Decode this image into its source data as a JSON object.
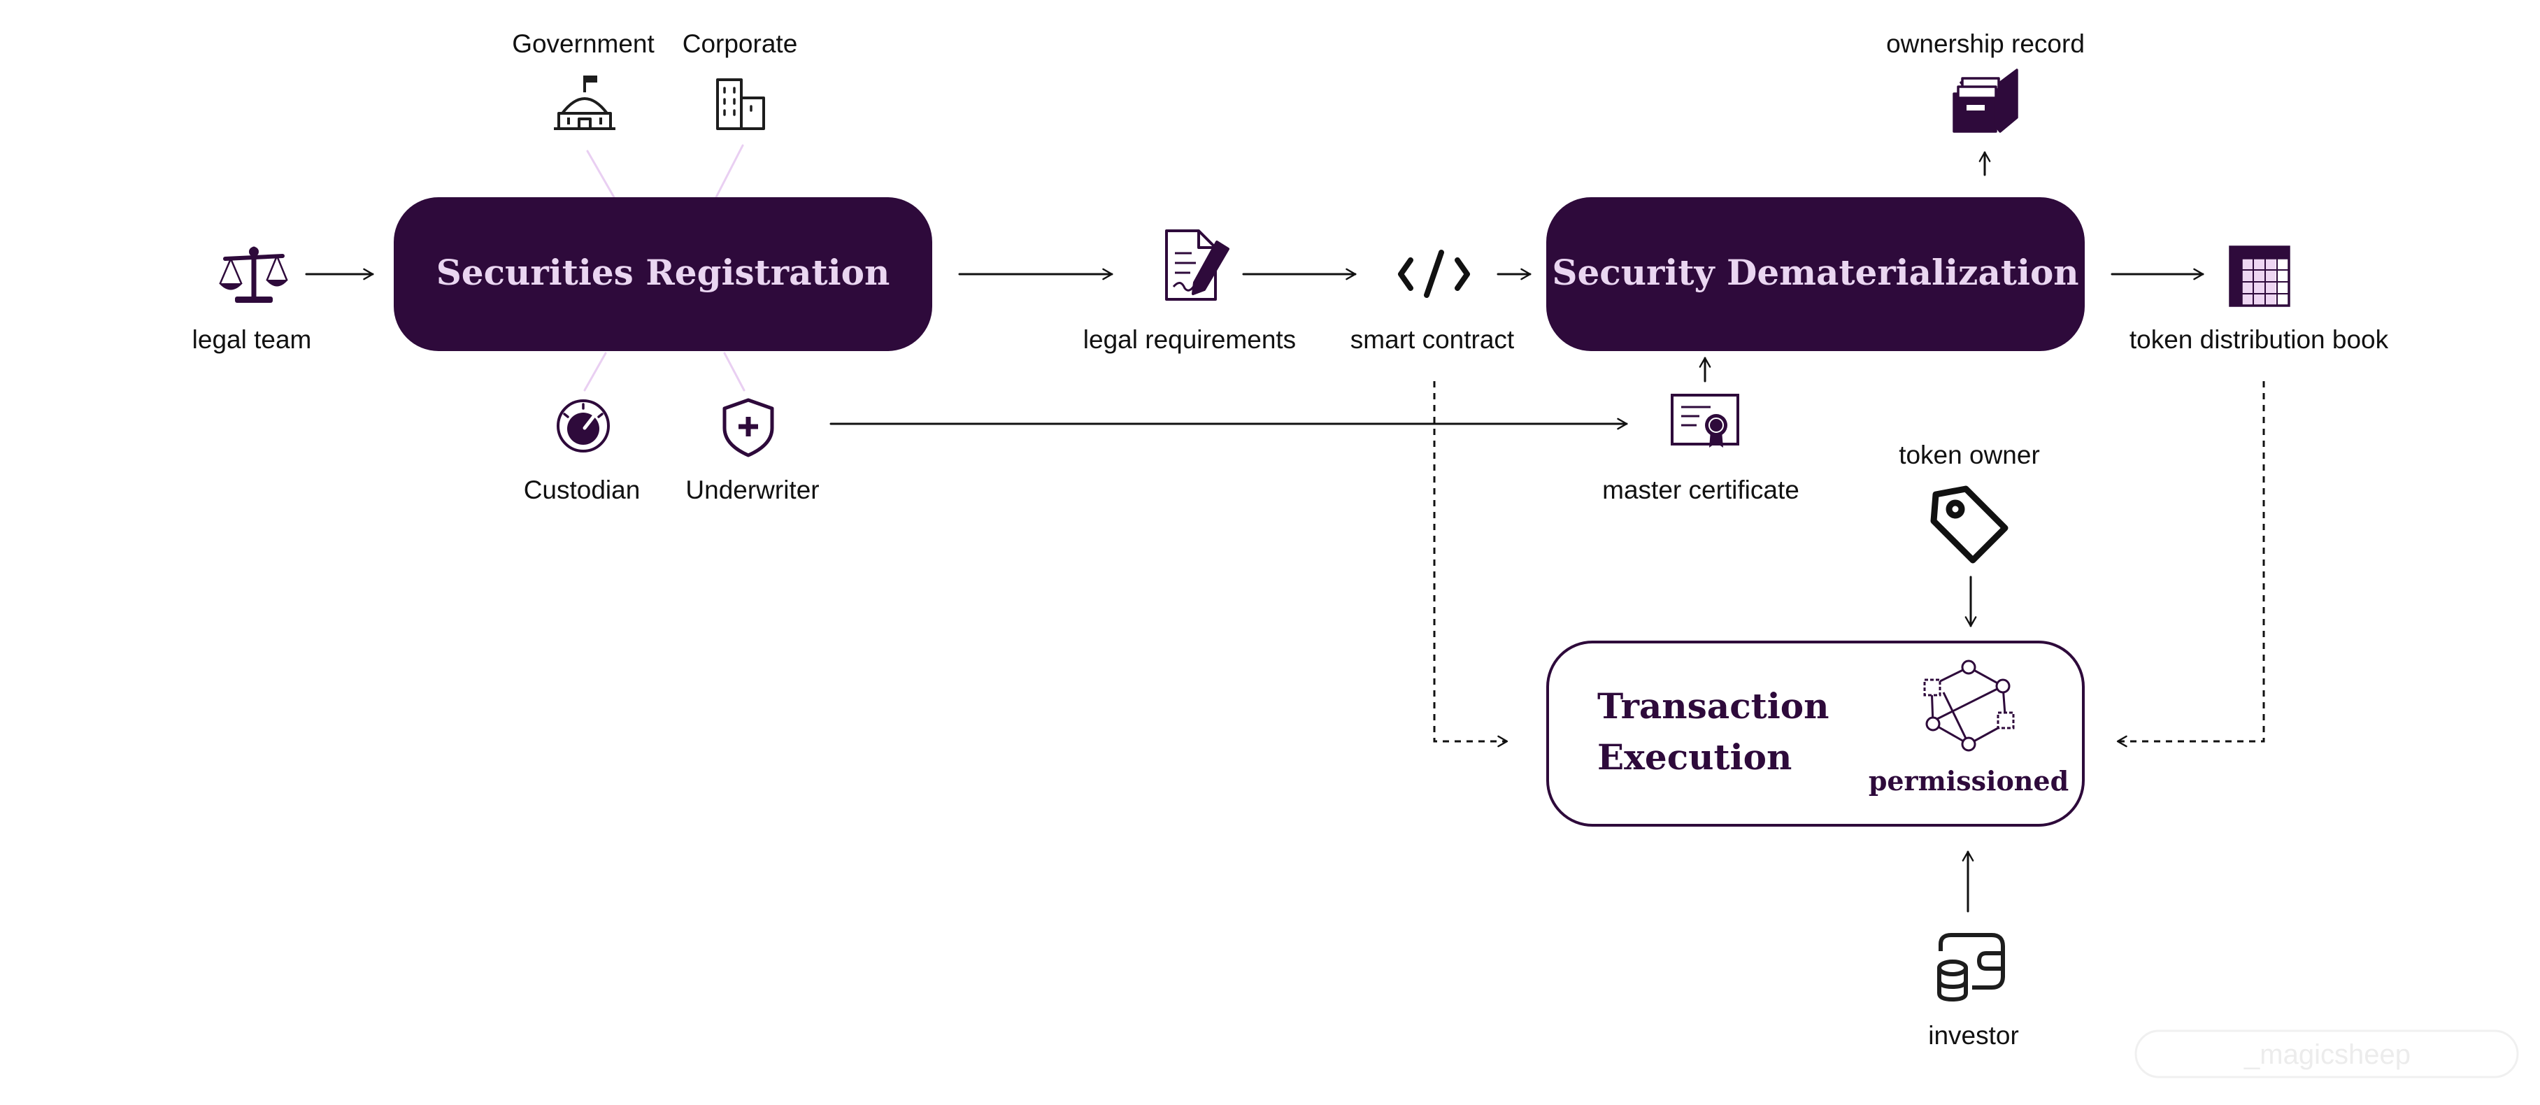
{
  "colors": {
    "dark_purple": "#2e0a3b",
    "light_purple_text": "#ead6f1",
    "connector_purple": "#e6c7f0",
    "icon_dark": "#1d1d1d",
    "arrow": "#111111"
  },
  "nodes": {
    "securities_registration": "Securities Registration",
    "security_dematerialization": "Security Dematerialization",
    "transaction_execution_line1": "Transaction",
    "transaction_execution_line2": "Execution",
    "permissioned": "permissioned"
  },
  "labels": {
    "legal_team": "legal team",
    "government": "Government",
    "corporate": "Corporate",
    "custodian": "Custodian",
    "underwriter": "Underwriter",
    "legal_requirements": "legal requirements",
    "smart_contract": "smart contract",
    "ownership_record": "ownership record",
    "token_distribution_book": "token distribution book",
    "master_certificate": "master certificate",
    "token_owner": "token owner",
    "investor": "investor"
  },
  "icons": {
    "legal_team": "scales-icon",
    "government": "government-building-icon",
    "corporate": "office-building-icon",
    "custodian": "dial-icon",
    "underwriter": "shield-plus-icon",
    "legal_requirements": "signed-document-icon",
    "smart_contract": "code-icon",
    "ownership_record": "archive-box-icon",
    "token_distribution_book": "ledger-grid-icon",
    "master_certificate": "certificate-icon",
    "token_owner": "tag-icon",
    "investor": "coin-wallet-icon",
    "permissioned": "network-graph-icon"
  },
  "watermark": "_magicsheep"
}
